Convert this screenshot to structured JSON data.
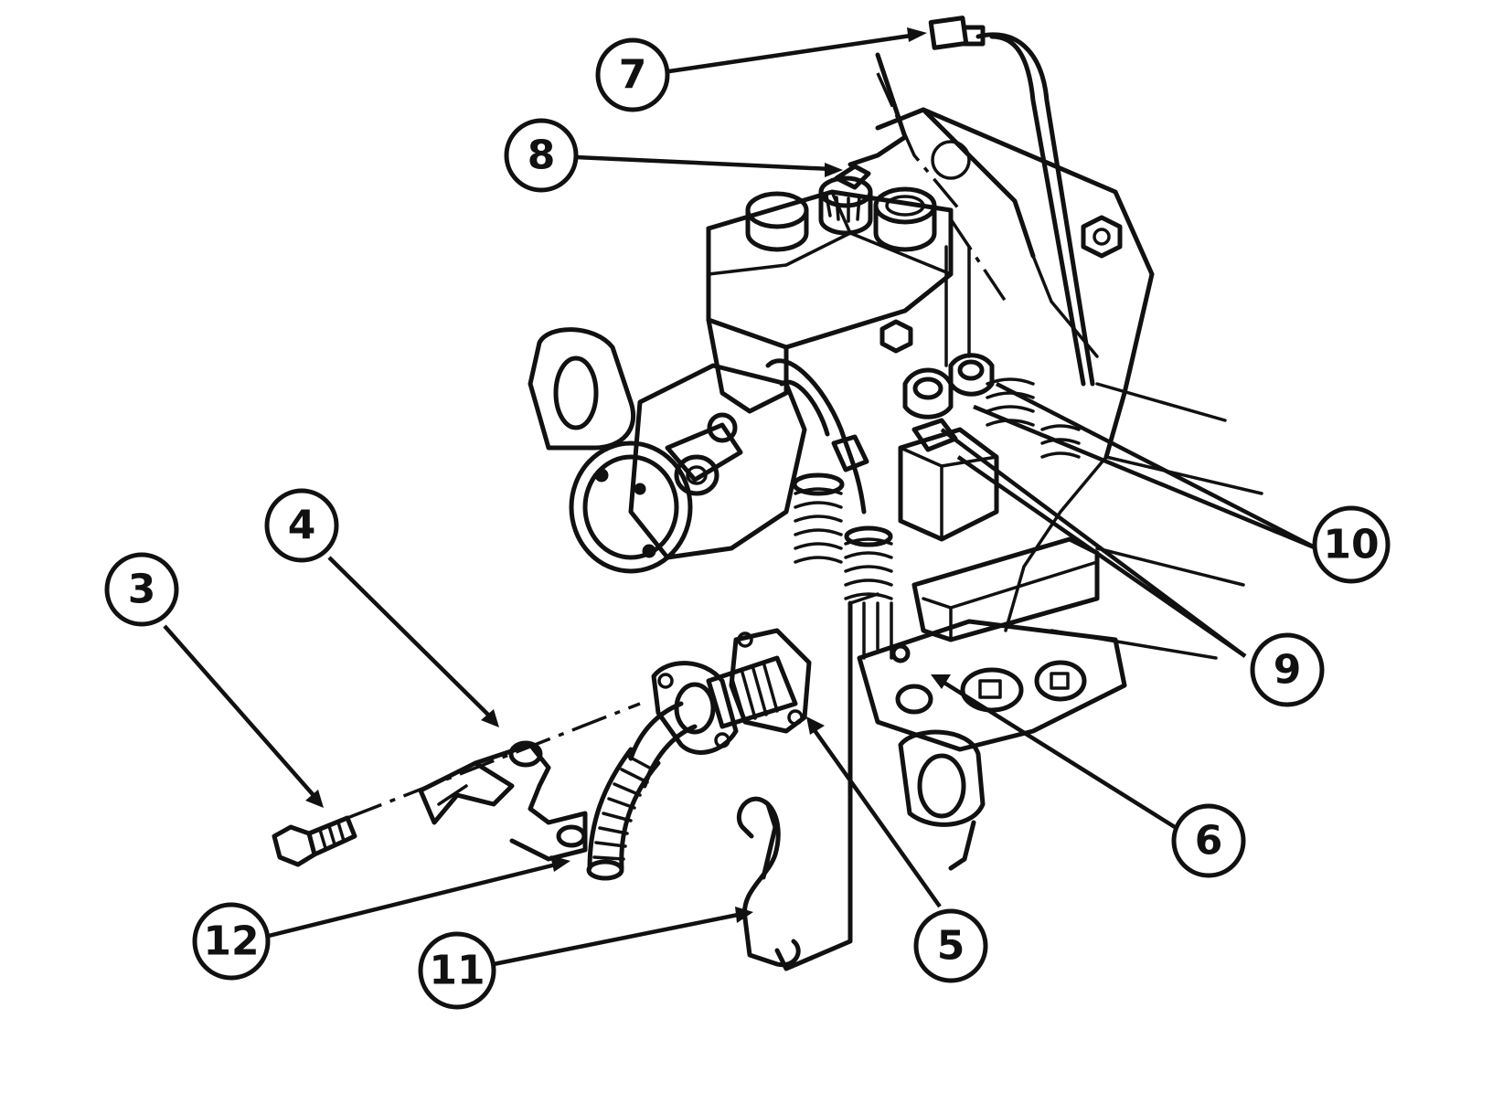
{
  "callouts": [
    {
      "id": "3",
      "label": "3"
    },
    {
      "id": "4",
      "label": "4"
    },
    {
      "id": "5",
      "label": "5"
    },
    {
      "id": "6",
      "label": "6"
    },
    {
      "id": "7",
      "label": "7"
    },
    {
      "id": "8",
      "label": "8"
    },
    {
      "id": "9",
      "label": "9"
    },
    {
      "id": "10",
      "label": "10"
    },
    {
      "id": "11",
      "label": "11"
    },
    {
      "id": "12",
      "label": "12"
    }
  ]
}
